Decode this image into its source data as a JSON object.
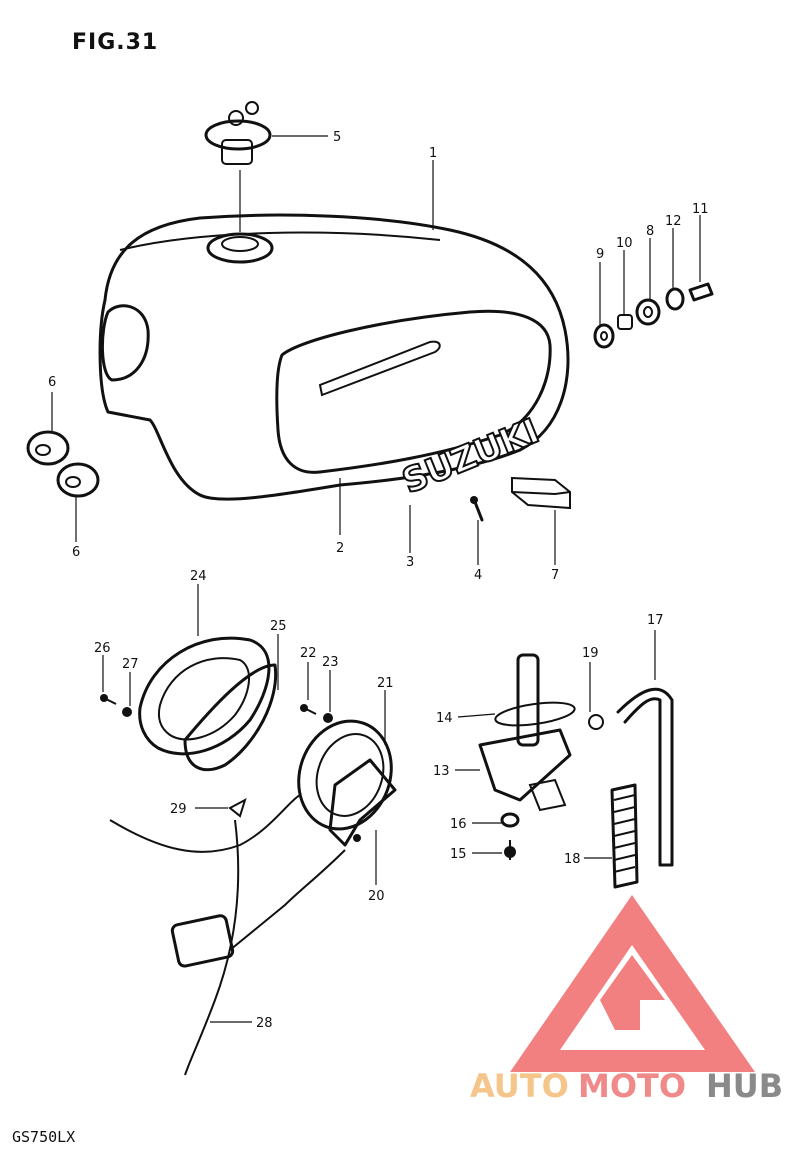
{
  "figure": {
    "title": "FIG.31",
    "model_code": "GS750LX"
  },
  "decal_text": "SUZUKI",
  "callouts": [
    {
      "id": "c1",
      "label": "1"
    },
    {
      "id": "c2",
      "label": "2"
    },
    {
      "id": "c3",
      "label": "3"
    },
    {
      "id": "c4",
      "label": "4"
    },
    {
      "id": "c5",
      "label": "5"
    },
    {
      "id": "c6a",
      "label": "6"
    },
    {
      "id": "c6b",
      "label": "6"
    },
    {
      "id": "c7",
      "label": "7"
    },
    {
      "id": "c8",
      "label": "8"
    },
    {
      "id": "c9",
      "label": "9"
    },
    {
      "id": "c10",
      "label": "10"
    },
    {
      "id": "c11",
      "label": "11"
    },
    {
      "id": "c12",
      "label": "12"
    },
    {
      "id": "c13",
      "label": "13"
    },
    {
      "id": "c14",
      "label": "14"
    },
    {
      "id": "c15",
      "label": "15"
    },
    {
      "id": "c16",
      "label": "16"
    },
    {
      "id": "c17",
      "label": "17"
    },
    {
      "id": "c18",
      "label": "18"
    },
    {
      "id": "c19",
      "label": "19"
    },
    {
      "id": "c20",
      "label": "20"
    },
    {
      "id": "c21",
      "label": "21"
    },
    {
      "id": "c22",
      "label": "22"
    },
    {
      "id": "c23",
      "label": "23"
    },
    {
      "id": "c24",
      "label": "24"
    },
    {
      "id": "c25",
      "label": "25"
    },
    {
      "id": "c26",
      "label": "26"
    },
    {
      "id": "c27",
      "label": "27"
    },
    {
      "id": "c28",
      "label": "28"
    },
    {
      "id": "c29",
      "label": "29"
    }
  ],
  "watermark": {
    "brand_part1": "AUTO",
    "brand_part2": "MOTO",
    "brand_part3": "HUB",
    "color_part1": "#f5c58a",
    "color_part2": "#f08a8a",
    "color_part3": "#8a8a8a",
    "logo_color": "#f26b6b"
  }
}
